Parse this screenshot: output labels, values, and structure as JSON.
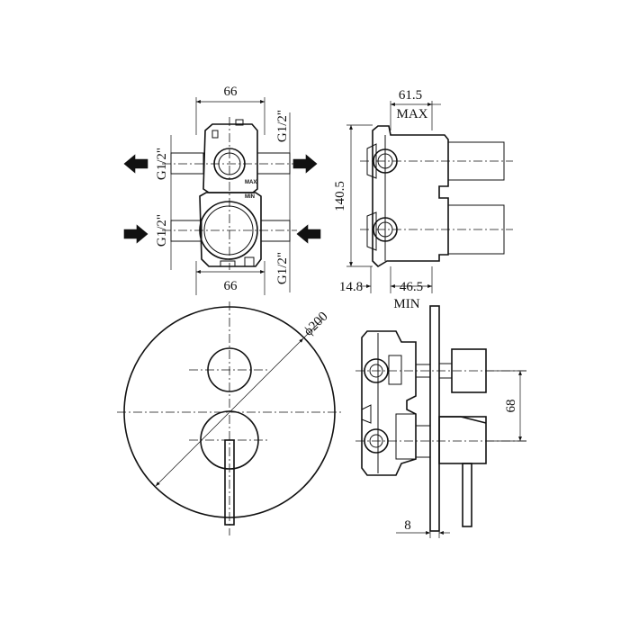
{
  "drawing": {
    "front_body": {
      "width_top": "66",
      "width_bottom": "66",
      "thread_top_right": "G1/2\"",
      "thread_top_left": "G1/2\"",
      "thread_bottom_left": "G1/2\"",
      "thread_bottom_right": "G1/2\"",
      "max_mark": "MAX",
      "min_mark": "MIN"
    },
    "side_body": {
      "depth_max_value": "61.5",
      "depth_max_label": "MAX",
      "height": "140.5",
      "offset": "14.8",
      "depth_min_value": "46.5",
      "depth_min_label": "MIN"
    },
    "plate_front": {
      "diameter": "ϕ200"
    },
    "plate_side": {
      "spacing": "68",
      "plate_thickness": "8"
    }
  },
  "colors": {
    "ink": "#111111",
    "background": "#ffffff"
  },
  "icons": [
    "arrow-left-icon",
    "arrow-right-icon"
  ]
}
